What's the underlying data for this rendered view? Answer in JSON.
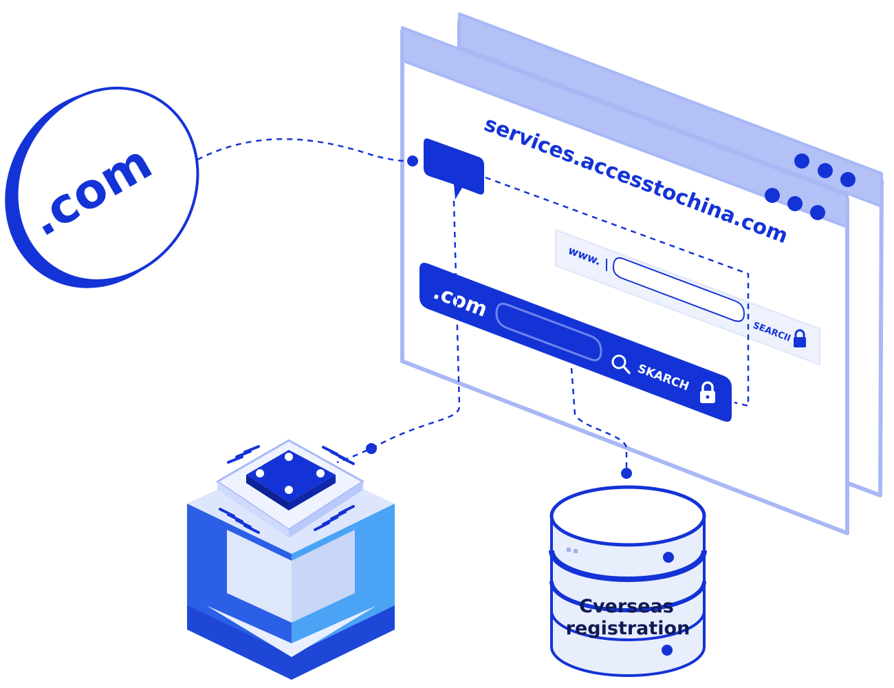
{
  "coin": {
    "label": ".com"
  },
  "browser": {
    "url_text": "services.accesstochina.com",
    "window_dots": 3
  },
  "back_search": {
    "prefix": "www.",
    "button_label": "SEARCII"
  },
  "front_search": {
    "prefix": ".com",
    "button_label": "SKARCH"
  },
  "database": {
    "label_line1": "Cverseas",
    "label_line2": "registration"
  },
  "colors": {
    "primary": "#1433d6",
    "light": "#a9b8f5",
    "pale": "#e9eefc",
    "cube_side": "#3f86f0"
  }
}
